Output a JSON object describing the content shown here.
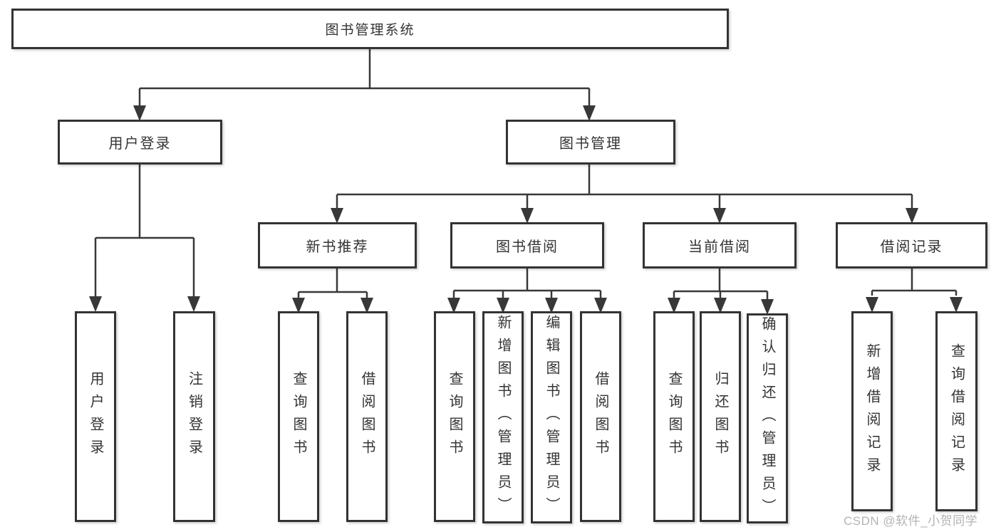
{
  "tree": {
    "root": {
      "label": "图书管理系统",
      "children": [
        {
          "label": "用户登录",
          "children": [
            {
              "label": "用户登录"
            },
            {
              "label": "注销登录"
            }
          ]
        },
        {
          "label": "图书管理",
          "children": [
            {
              "label": "新书推荐",
              "children": [
                {
                  "label": "查询图书"
                },
                {
                  "label": "借阅图书"
                }
              ]
            },
            {
              "label": "图书借阅",
              "children": [
                {
                  "label": "查询图书"
                },
                {
                  "label": "新增图书（管理员）"
                },
                {
                  "label": "编辑图书（管理员）"
                },
                {
                  "label": "借阅图书"
                }
              ]
            },
            {
              "label": "当前借阅",
              "children": [
                {
                  "label": "查询图书"
                },
                {
                  "label": "归还图书"
                },
                {
                  "label": "确认归还（管理员）"
                }
              ]
            },
            {
              "label": "借阅记录",
              "children": [
                {
                  "label": "新增借阅记录"
                },
                {
                  "label": "查询借阅记录"
                }
              ]
            }
          ]
        }
      ]
    }
  },
  "watermark": {
    "text": "CSDN @软件_小贺同学"
  },
  "colors": {
    "line": "#383838",
    "box_border": "#333333",
    "text": "#333333",
    "watermark": "#b3b3b3",
    "background": "#ffffff"
  }
}
